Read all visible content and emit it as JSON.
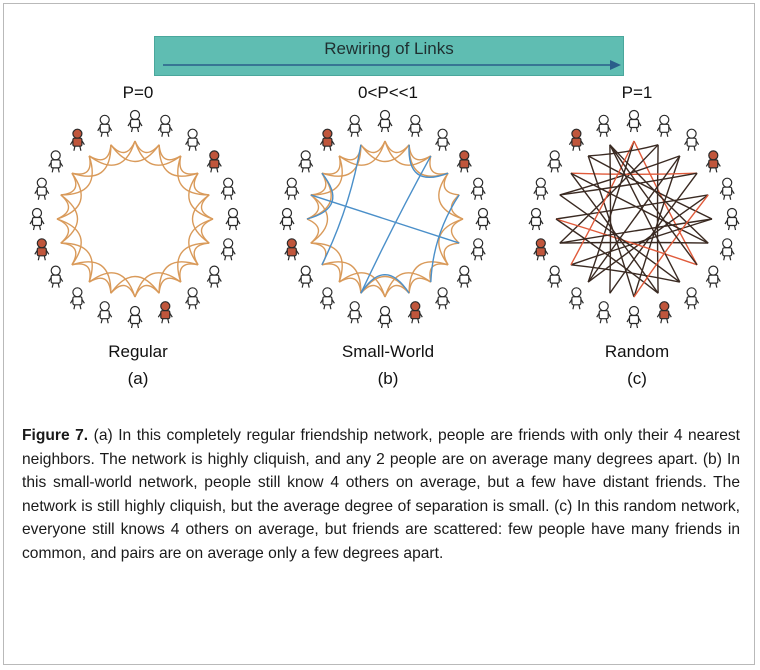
{
  "banner": {
    "label": "Rewiring of Links",
    "color": "#5fbdb2"
  },
  "panels": [
    {
      "p_label": "P=0",
      "name": "Regular",
      "letter": "(a)",
      "type": "regular"
    },
    {
      "p_label": "0<P<<1",
      "name": "Small-World",
      "letter": "(b)",
      "type": "smallworld"
    },
    {
      "p_label": "P=1",
      "name": "Random",
      "letter": "(c)",
      "type": "random"
    }
  ],
  "figure_caption": {
    "label": "Figure 7.",
    "text": " (a) In this completely regular friendship network, people are friends with only their 4 nearest neighbors. The network is highly cliquish, and any 2 people are on average many degrees apart. (b) In this small-world network, people still know 4 others on average, but a few have distant friends. The network is still highly cliquish, but the average degree of separation is small. (c) In this random network, everyone still knows 4 others on average, but friends are scattered: few people have many friends in common, and pairs are on average only a few degrees apart."
  },
  "colors": {
    "person_stroke": "#2a2a2a",
    "person_highlight": "#c0563c",
    "regular_link": "#d99a5a",
    "shortcut_link": "#4a8fc9",
    "random_link": "#3a2a22",
    "random_accent": "#e05a3a"
  },
  "icons": {
    "person": "person-icon",
    "arrow": "arrow-right-icon"
  }
}
